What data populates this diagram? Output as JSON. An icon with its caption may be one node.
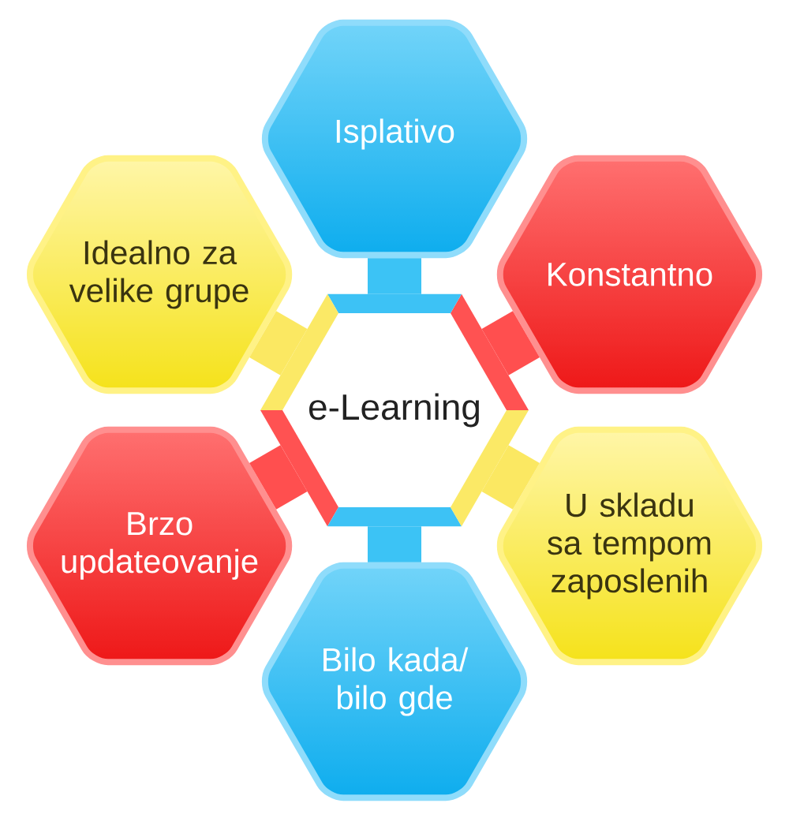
{
  "diagram": {
    "nodes": [
      {
        "text": [
          "e-Learning"
        ]
      },
      {
        "text": [
          "Isplativo"
        ]
      },
      {
        "text": [
          "Konstantno"
        ]
      },
      {
        "text": [
          "U skladu sa tempom zaposlenih"
        ]
      },
      {
        "text": [
          "Bilo kada/ bilo gde"
        ]
      },
      {
        "text": [
          "Brzo updateovanje"
        ]
      },
      {
        "text": [
          "Idealno za velike grupe"
        ]
      }
    ],
    "edges": [
      {
        "from": 0,
        "to": 1,
        "arrow": "none",
        "color": "#3cc3f5"
      },
      {
        "from": 0,
        "to": 2,
        "arrow": "none",
        "color": "#ff4f4f"
      },
      {
        "from": 0,
        "to": 3,
        "arrow": "none",
        "color": "#fbe862"
      },
      {
        "from": 0,
        "to": 4,
        "arrow": "none",
        "color": "#3cc3f5"
      },
      {
        "from": 0,
        "to": 5,
        "arrow": "none",
        "color": "#ff4f4f"
      },
      {
        "from": 0,
        "to": 6,
        "arrow": "none",
        "color": "#fbe862"
      }
    ]
  }
}
